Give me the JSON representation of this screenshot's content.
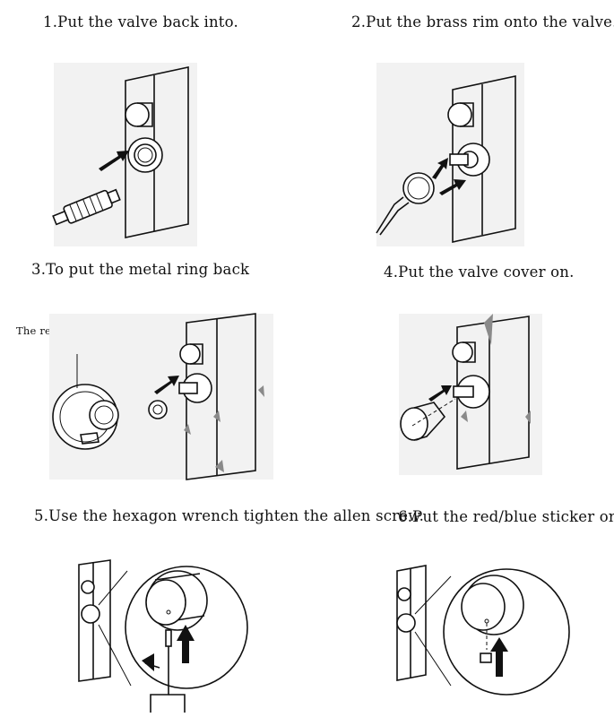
{
  "steps": [
    {
      "title": "1.Put the valve  back into."
    },
    {
      "title": "2.Put the brass rim onto the valve."
    },
    {
      "title": "3.To put the metal ring back",
      "note": "The red lines on the same line"
    },
    {
      "title": "4.Put the valve cover on."
    },
    {
      "title": "5.Use the hexagon wrench tighten the allen screw."
    },
    {
      "title": "6.Put the red/blue sticker on."
    }
  ]
}
